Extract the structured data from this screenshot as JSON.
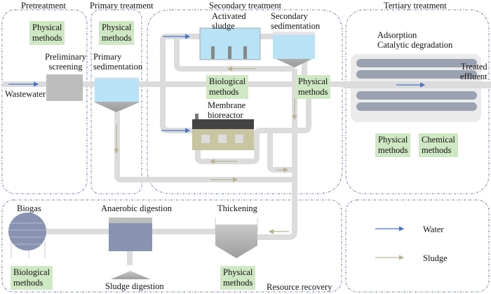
{
  "diagram": {
    "sections": {
      "pretreatment": "Pretreatment",
      "primary": "Primary treatment",
      "secondary": "Secondary treatment",
      "tertiary": "Tertiary treatment",
      "resource": "Resource recovery"
    },
    "units": {
      "wastewater": "Wastewater",
      "preliminary_screening": "Preliminary\nscreening",
      "primary_sedimentation": "Primary\nsedimentation",
      "activated_sludge": "Activated\nsludge",
      "secondary_sedimentation": "Secondary\nsedimentation",
      "membrane_bioreactor": "Membrane\nbioreactor",
      "adsorption": "Adsorption",
      "catalytic_degradation": "Catalytic degradation",
      "treated_effluent": "Treated\neffluent",
      "biogas": "Biogas",
      "anaerobic_digestion": "Anaerobic digestion",
      "sludge_digestion": "Sludge digestion",
      "thickening": "Thickening"
    },
    "methods": {
      "pre_physical": "Physical\nmethods",
      "primary_physical": "Physical\nmethods",
      "secondary_biological": "Biological\nmethods",
      "secondary_physical": "Physical\nmethods",
      "tertiary_physical": "Physical\nmethods",
      "tertiary_chemical": "Chemical\nmethods",
      "recovery_biological": "Biological\nmethods",
      "recovery_physical": "Physical\nmethods"
    },
    "legend": {
      "water": "Water",
      "sludge": "Sludge"
    },
    "colors": {
      "water_arrow": "#4a72c8",
      "sludge_arrow": "#b8b48e",
      "method_box": "#cfe8c4",
      "pipe": "#dcdcdc",
      "water_fill": "#b8e2f5",
      "tank_blue": "#8793b0",
      "bioreactor": "#c8c5a0"
    }
  }
}
